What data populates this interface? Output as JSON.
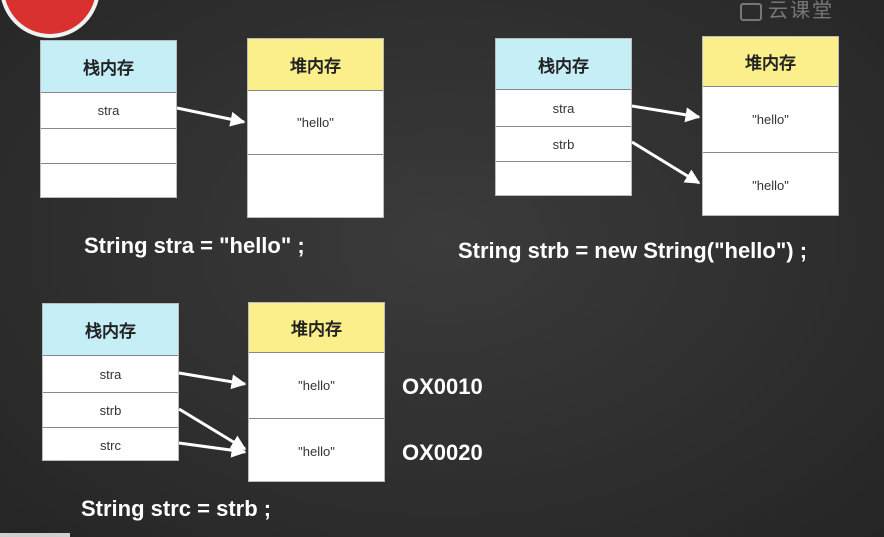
{
  "brand": {
    "text": "云课堂"
  },
  "labels": {
    "stack": "栈内存",
    "heap": "堆内存"
  },
  "diagram1": {
    "stack_cells": [
      "stra",
      "",
      ""
    ],
    "heap_cells": [
      "\"hello\"",
      ""
    ],
    "caption": "String stra = \"hello\" ;"
  },
  "diagram2": {
    "stack_cells": [
      "stra",
      "strb",
      ""
    ],
    "heap_cells": [
      "\"hello\"",
      "\"hello\""
    ],
    "caption": "String strb = new String(\"hello\") ;"
  },
  "diagram3": {
    "stack_cells": [
      "stra",
      "strb",
      "strc"
    ],
    "heap_cells": [
      "\"hello\"",
      "\"hello\""
    ],
    "addresses": [
      "OX0010",
      "OX0020"
    ],
    "caption": "String strc = strb ;"
  },
  "colors": {
    "stack_header": "#c6eef7",
    "heap_header": "#fbef8c",
    "arrow": "#ffffff"
  }
}
